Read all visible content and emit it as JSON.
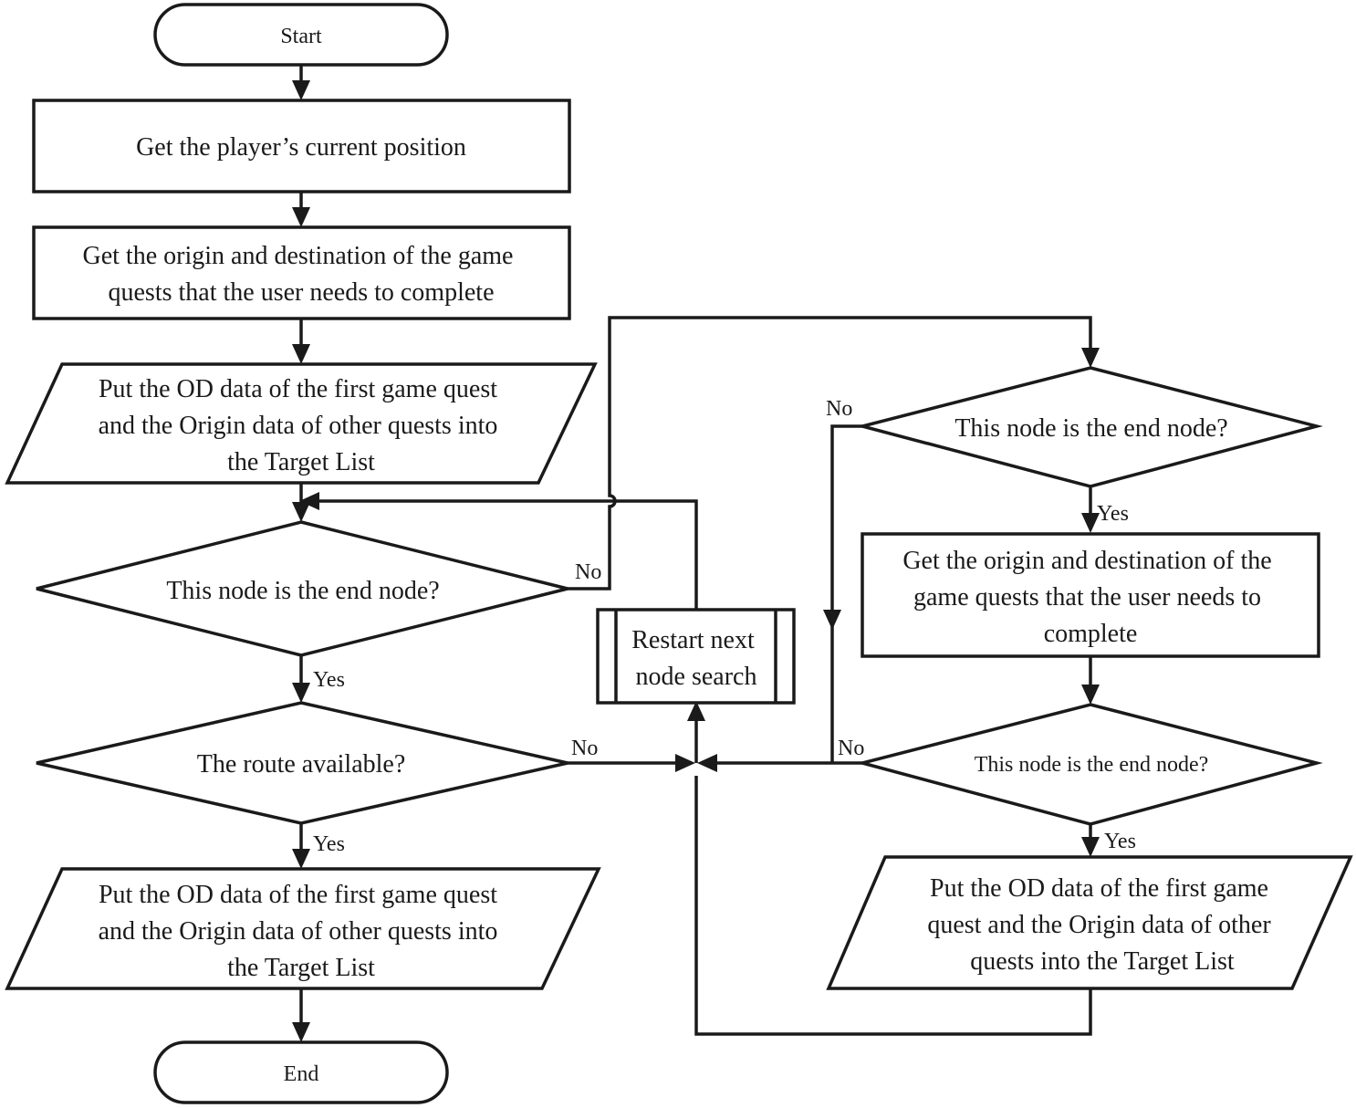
{
  "nodes": {
    "start": "Start",
    "get_position": "Get the player’s current position",
    "get_od_1": [
      "Get the origin and destination of the game",
      "quests that the user needs to complete"
    ],
    "put_target_1": [
      "Put the OD data of the first game quest",
      "and the Origin data of other quests into",
      "the Target List"
    ],
    "end_check_1": "This node is the end node?",
    "route_available": "The route available?",
    "put_target_2": [
      "Put the OD data of the first game quest",
      "and the Origin data of other quests into",
      "the Target List"
    ],
    "end": "End",
    "restart_search": [
      "Restart next",
      "node search"
    ],
    "end_check_2": "This node is the end node?",
    "get_od_2": [
      "Get the origin and destination of the",
      "game quests that the user needs to",
      "complete"
    ],
    "end_check_3": "This node is the end node?",
    "put_target_3": [
      "Put the OD data of the first game",
      "quest and the Origin data of other",
      "quests into the Target List"
    ]
  },
  "edge_labels": {
    "no_end_check_1": "No",
    "yes_end_check_1": "Yes",
    "no_route": "No",
    "yes_route": "Yes",
    "no_end_check_2": "No",
    "yes_end_check_2": "Yes",
    "no_end_check_3": "No",
    "yes_end_check_3": "Yes"
  }
}
